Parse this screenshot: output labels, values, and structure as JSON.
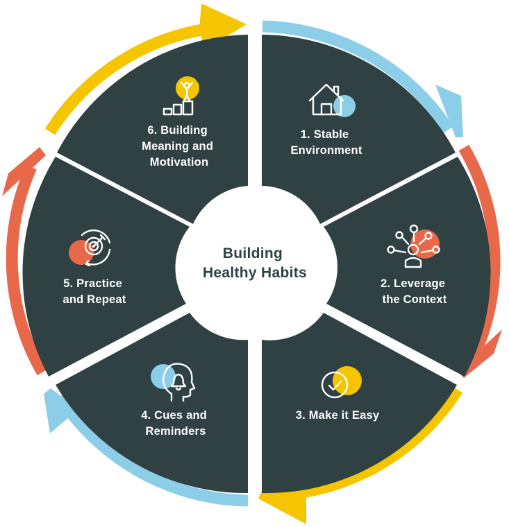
{
  "center": {
    "lines": [
      "Building",
      "Healthy Habits"
    ]
  },
  "colors": {
    "segment": "#2f4142",
    "blue": "#8ccde8",
    "orange": "#e8684a",
    "yellow": "#f5c500",
    "center": "#ffffff",
    "center_text": "#2f4142"
  },
  "steps": [
    {
      "id": 1,
      "lines": [
        "1. Stable",
        "Environment"
      ],
      "icon": "house-icon",
      "accent": "blue"
    },
    {
      "id": 2,
      "lines": [
        "2. Leverage",
        "the Context"
      ],
      "icon": "network-person-icon",
      "accent": "orange"
    },
    {
      "id": 3,
      "lines": [
        "3. Make it Easy"
      ],
      "icon": "check-circle-icon",
      "accent": "yellow"
    },
    {
      "id": 4,
      "lines": [
        "4. Cues and",
        "Reminders"
      ],
      "icon": "head-bell-icon",
      "accent": "blue"
    },
    {
      "id": 5,
      "lines": [
        "5. Practice",
        "and Repeat"
      ],
      "icon": "target-cycle-icon",
      "accent": "orange"
    },
    {
      "id": 6,
      "lines": [
        "6. Building",
        "Meaning and",
        "Motivation"
      ],
      "icon": "podium-person-icon",
      "accent": "yellow"
    }
  ]
}
